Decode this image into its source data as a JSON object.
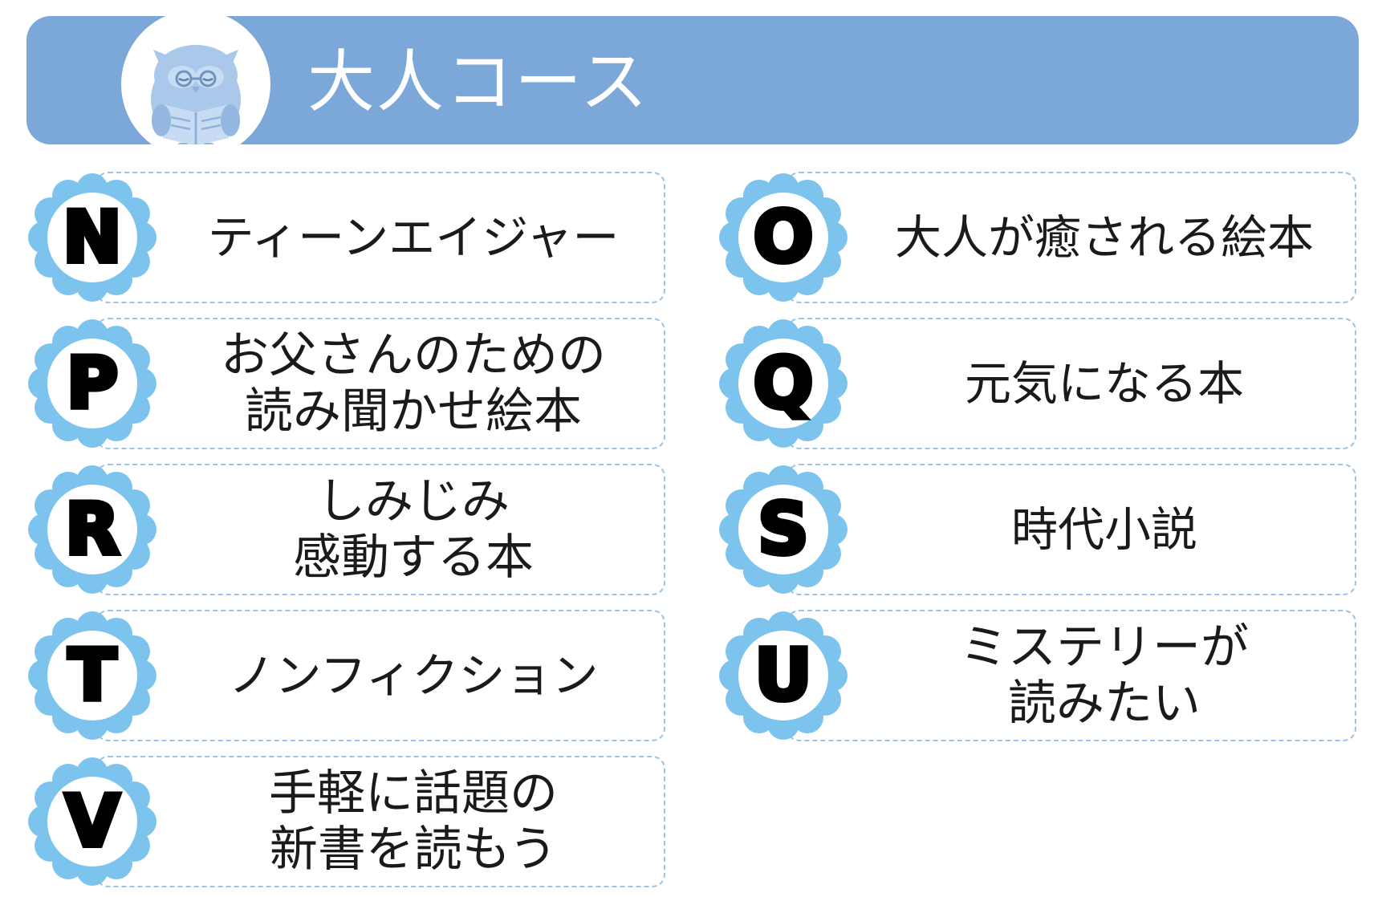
{
  "header": {
    "title": "大人コース"
  },
  "colors": {
    "header_bg": "#7ba7d9",
    "badge_petal": "#7cc3ee",
    "card_border": "#9cc3e6",
    "owl": "#a9c8ea"
  },
  "courses": [
    {
      "letter": "N",
      "lines": [
        "ティーンエイジャー"
      ]
    },
    {
      "letter": "O",
      "lines": [
        "大人が癒される絵本"
      ]
    },
    {
      "letter": "P",
      "lines": [
        "お父さんのための",
        "読み聞かせ絵本"
      ]
    },
    {
      "letter": "Q",
      "lines": [
        "元気になる本"
      ]
    },
    {
      "letter": "R",
      "lines": [
        "しみじみ",
        "感動する本"
      ]
    },
    {
      "letter": "S",
      "lines": [
        "時代小説"
      ]
    },
    {
      "letter": "T",
      "lines": [
        "ノンフィクション"
      ]
    },
    {
      "letter": "U",
      "lines": [
        "ミステリーが",
        "読みたい"
      ]
    },
    {
      "letter": "V",
      "lines": [
        "手軽に話題の",
        "新書を読もう"
      ]
    }
  ]
}
